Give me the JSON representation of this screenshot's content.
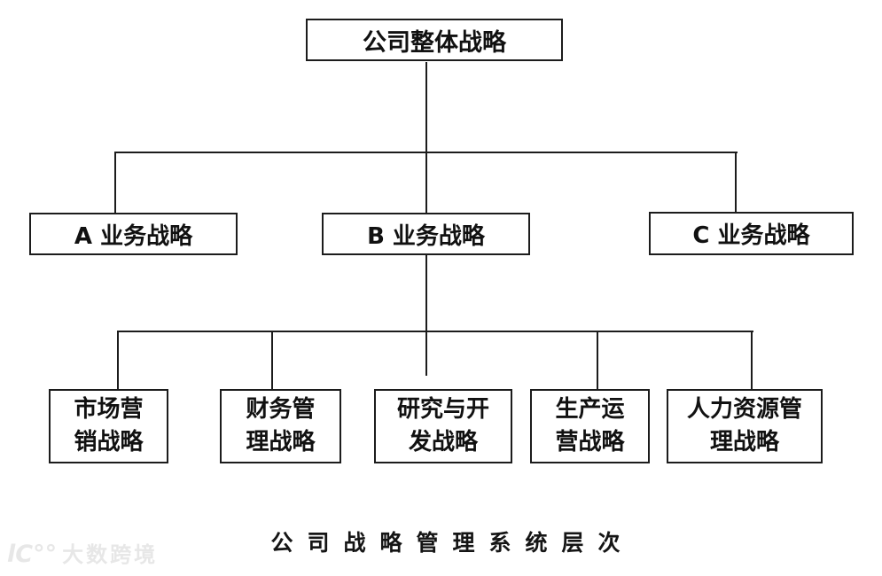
{
  "diagram": {
    "root": {
      "label": "公司整体战略"
    },
    "level2": [
      {
        "label": "A 业务战略"
      },
      {
        "label": "B 业务战略"
      },
      {
        "label": "C 业务战略"
      }
    ],
    "level3": [
      {
        "line1": "市场营",
        "line2": "销战略"
      },
      {
        "line1": "财务管",
        "line2": "理战略"
      },
      {
        "line1": "研究与开",
        "line2": "发战略"
      },
      {
        "line1": "生产运",
        "line2": "营战略"
      },
      {
        "line1": "人力资源管",
        "line2": "理战略"
      }
    ],
    "caption": "公司战略管理系统层次"
  },
  "watermark": {
    "logo": "lC°°",
    "brand": "大数跨境"
  },
  "colors": {
    "line": "#1c1c1c",
    "text": "#111111",
    "watermark": "#e7e7e7",
    "background": "#ffffff"
  }
}
